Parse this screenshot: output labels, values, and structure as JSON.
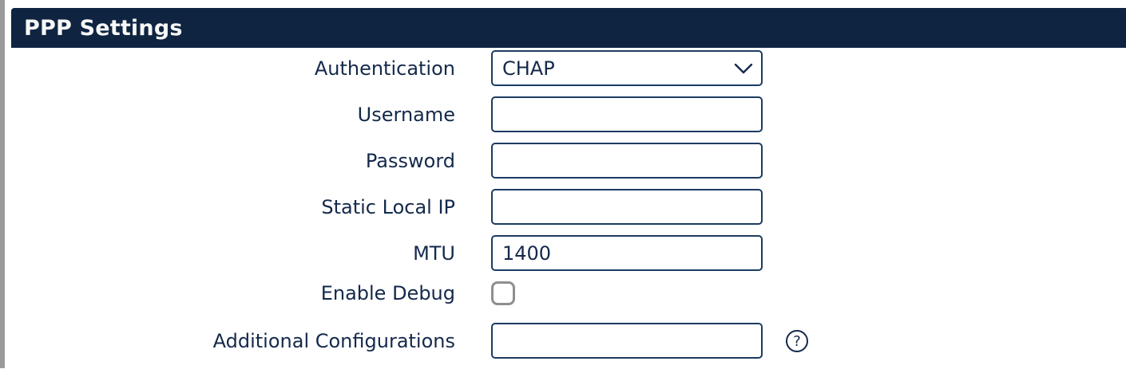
{
  "panel": {
    "title": "PPP Settings"
  },
  "colors": {
    "header_bg": "#0F2441",
    "navy": "#14294B",
    "input_border": "#1C3B61",
    "checkbox_border": "#8F8F8F",
    "sidebar_strip": "#9A9A9A"
  },
  "form": {
    "rows": [
      {
        "label": "Authentication",
        "control": "select",
        "value": "CHAP",
        "icon": "chevron-down-icon"
      },
      {
        "label": "Username",
        "control": "text",
        "value": ""
      },
      {
        "label": "Password",
        "control": "text",
        "value": ""
      },
      {
        "label": "Static Local IP",
        "control": "text",
        "value": ""
      },
      {
        "label": "MTU",
        "control": "text",
        "value": "1400"
      },
      {
        "label": "Enable Debug",
        "control": "checkbox",
        "checked": false
      },
      {
        "label": "Additional Configurations",
        "control": "text",
        "value": "",
        "help_icon": "question-circle-icon"
      }
    ]
  }
}
